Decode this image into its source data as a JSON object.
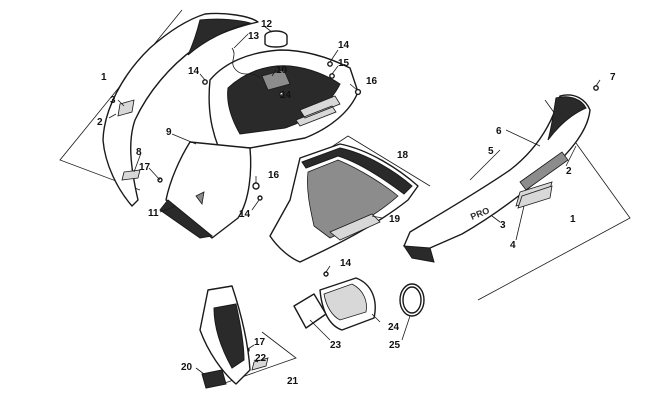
{
  "callouts": [
    {
      "id": "c1a",
      "label": "1"
    },
    {
      "id": "c2a",
      "label": "2"
    },
    {
      "id": "c3a",
      "label": "3"
    },
    {
      "id": "c8",
      "label": "8"
    },
    {
      "id": "c17a",
      "label": "17"
    },
    {
      "id": "c11",
      "label": "11"
    },
    {
      "id": "c9",
      "label": "9"
    },
    {
      "id": "c13",
      "label": "13"
    },
    {
      "id": "c12",
      "label": "12"
    },
    {
      "id": "c10",
      "label": "10"
    },
    {
      "id": "c14a",
      "label": "14"
    },
    {
      "id": "c14b",
      "label": "14"
    },
    {
      "id": "c14c",
      "label": "14"
    },
    {
      "id": "c15",
      "label": "15"
    },
    {
      "id": "c16a",
      "label": "16"
    },
    {
      "id": "c16b",
      "label": "16"
    },
    {
      "id": "c14d",
      "label": "14"
    },
    {
      "id": "c18",
      "label": "18"
    },
    {
      "id": "c19",
      "label": "19"
    },
    {
      "id": "c14e",
      "label": "14"
    },
    {
      "id": "c7",
      "label": "7"
    },
    {
      "id": "c6",
      "label": "6"
    },
    {
      "id": "c5",
      "label": "5"
    },
    {
      "id": "c2b",
      "label": "2"
    },
    {
      "id": "c3b",
      "label": "3"
    },
    {
      "id": "c4",
      "label": "4"
    },
    {
      "id": "c1b",
      "label": "1"
    },
    {
      "id": "c23",
      "label": "23"
    },
    {
      "id": "c24",
      "label": "24"
    },
    {
      "id": "c25",
      "label": "25"
    },
    {
      "id": "c17b",
      "label": "17"
    },
    {
      "id": "c22",
      "label": "22"
    },
    {
      "id": "c20",
      "label": "20"
    },
    {
      "id": "c21",
      "label": "21"
    }
  ],
  "decal_text": "PRO",
  "colors": {
    "line": "#1a1a1a",
    "fill_dark": "#2a2a2a",
    "fill_mid": "#8c8c8c",
    "fill_light": "#d8d8d8"
  }
}
